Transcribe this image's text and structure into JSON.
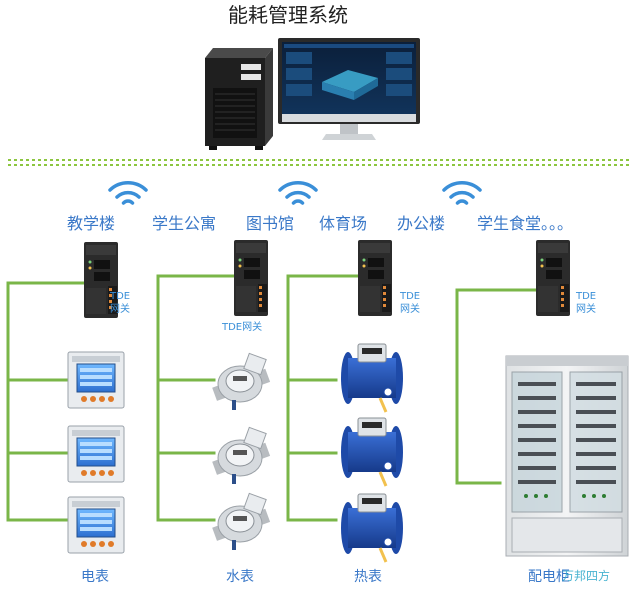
{
  "title": "能耗管理系统",
  "colors": {
    "link": "#7ab648",
    "wifi": "#3a8fd8",
    "building_text": "#3a78c8",
    "gateway_text": "#3a8fd8",
    "device_label": "#3a78c8",
    "dotted": "#8cc63f"
  },
  "buildings": [
    "教学楼",
    "学生公寓",
    "图书馆",
    "体育场",
    "办公楼",
    "学生食堂。。。"
  ],
  "gateways": [
    {
      "label_line1": "TDE",
      "label_line2": "网关"
    },
    {
      "label_line1": "TDE网关",
      "label_line2": ""
    },
    {
      "label_line1": "TDE",
      "label_line2": "网关"
    },
    {
      "label_line1": "TDE",
      "label_line2": "网关"
    }
  ],
  "device_labels": {
    "electric": "电表",
    "water": "水表",
    "heat": "热表",
    "cabinet": "配电柜"
  },
  "watermark": "万邦四方",
  "icons": [
    "server-tower-icon",
    "monitor-icon",
    "wifi-icon",
    "gateway-icon",
    "electric-meter-icon",
    "water-meter-icon",
    "heat-meter-icon",
    "cabinet-icon"
  ]
}
